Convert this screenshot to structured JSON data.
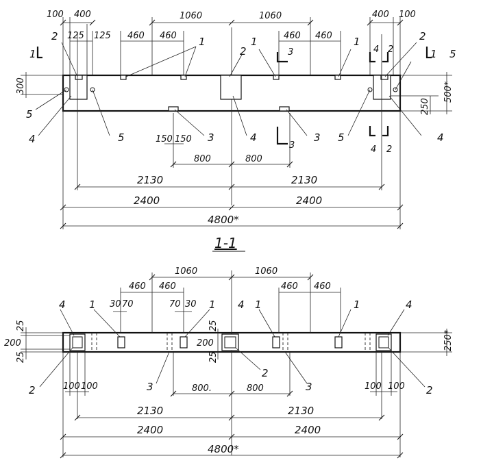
{
  "section_title": "1-1",
  "dims": {
    "d100": "100",
    "d400": "400",
    "d1060": "1060",
    "d125": "125",
    "d460": "460",
    "d300": "300",
    "d500s": "500*",
    "d250": "250",
    "d150": "150",
    "d800": "800",
    "d800dot": "800.",
    "d2130": "2130",
    "d2400": "2400",
    "d4800s": "4800*",
    "d30": "30",
    "d70": "70",
    "d25": "25",
    "d200": "200",
    "d250s": "250*"
  },
  "callouts": {
    "c1": "1",
    "c2": "2",
    "c3": "3",
    "c4": "4",
    "c5": "5"
  }
}
